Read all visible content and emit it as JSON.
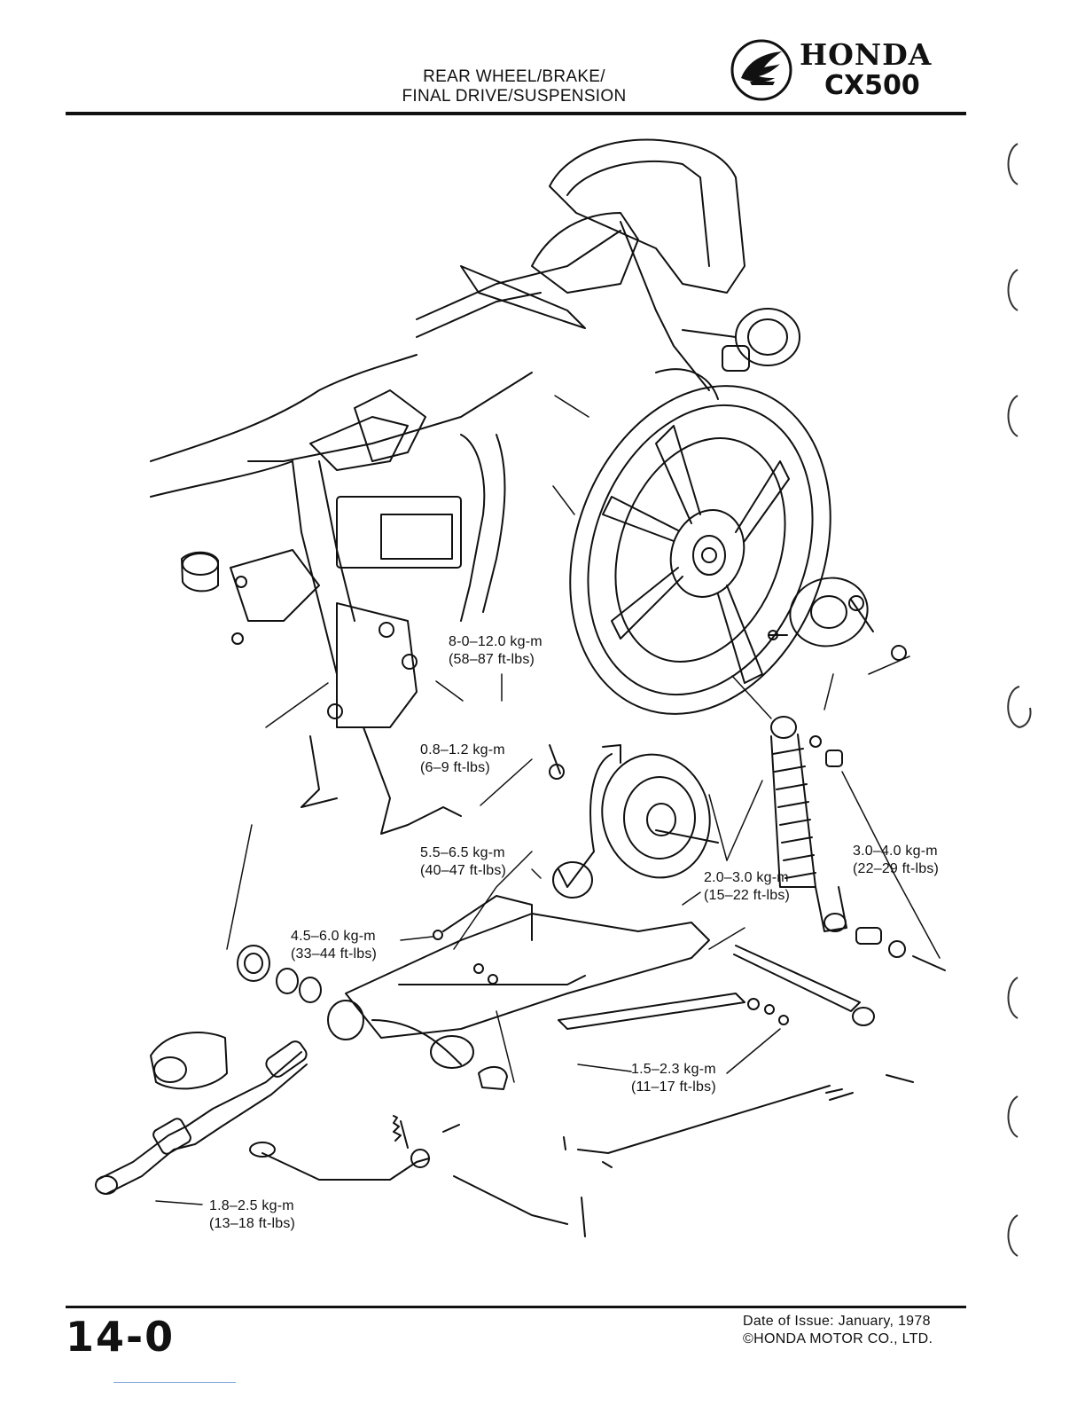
{
  "header": {
    "title_line1": "REAR WHEEL/BRAKE/",
    "title_line2": "FINAL DRIVE/SUSPENSION",
    "brand": "HONDA",
    "model": "CX500"
  },
  "torque_specs": [
    {
      "metric": "8-0–12.0 kg-m",
      "imperial": "(58–87 ft-lbs)"
    },
    {
      "metric": "0.8–1.2 kg-m",
      "imperial": "(6–9 ft-lbs)"
    },
    {
      "metric": "5.5–6.5 kg-m",
      "imperial": "(40–47 ft-lbs)"
    },
    {
      "metric": "2.0–3.0 kg-m",
      "imperial": "(15–22 ft-lbs)"
    },
    {
      "metric": "3.0–4.0 kg-m",
      "imperial": "(22–29 ft-lbs)"
    },
    {
      "metric": "4.5–6.0 kg-m",
      "imperial": "(33–44 ft-lbs)"
    },
    {
      "metric": "1.5–2.3 kg-m",
      "imperial": "(11–17 ft-lbs)"
    },
    {
      "metric": "1.8–2.5 kg-m",
      "imperial": "(13–18 ft-lbs)"
    }
  ],
  "footer": {
    "page_number": "14-0",
    "issue_date": "Date of Issue: January, 1978",
    "copyright": "©HONDA MOTOR CO., LTD."
  }
}
